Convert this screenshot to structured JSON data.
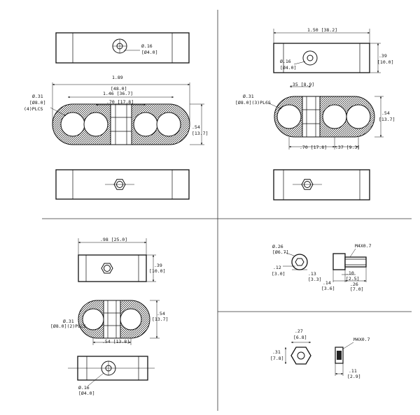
{
  "views": {
    "four_place": {
      "thread_hole_dia": [
        "Ø.16",
        "[Ø4.0]"
      ],
      "overall_length": [
        "1.89",
        "[48.0]"
      ],
      "bore_dia": [
        "Ø.31",
        "[Ø8.0]",
        "(4)PLCS"
      ],
      "bore_spacing": "1.46 [36.7]",
      "center_spacing": ".70 [17.8]",
      "height": [
        ".54",
        "[13.7]"
      ]
    },
    "three_place": {
      "overall_length": "1.50 [38.2]",
      "thickness": [
        ".39",
        "[10.0]"
      ],
      "thread_hole_dia": [
        "Ø.16",
        "[Ø4.0]"
      ],
      "hex_offset": ".35 [8.9]",
      "bore_dia": [
        "Ø.31",
        "[Ø8.0](3)PLCS"
      ],
      "height": [
        ".54",
        "[13.7]"
      ],
      "center_spacing": ".70 [17.8]",
      "edge_spacing": ".37 [9.3]"
    },
    "two_place": {
      "overall_length": ".98 [25.0]",
      "thickness": [
        ".39",
        "[10.0]"
      ],
      "height": [
        ".54",
        "[13.7]"
      ],
      "bore_dia": [
        "Ø.31",
        "[Ø8.0](2)PLCS"
      ],
      "center_spacing": ".54 [13.8]",
      "thread_hole_dia": [
        "Ø.16",
        "[Ø4.0]"
      ]
    },
    "screw": {
      "thread": "M4X0.7",
      "head_dia": [
        "Ø.26",
        "[Ø6.7]"
      ],
      "hex_socket": [
        ".12",
        "[3.0]"
      ],
      "head_height": [
        ".13",
        "[3.3]"
      ],
      "shank": [
        ".10",
        "[2.5]"
      ],
      "head_length": [
        ".14",
        "[3.6]"
      ],
      "length": [
        ".26",
        "[7.0]"
      ]
    },
    "nut": {
      "thread": "M4X0.7",
      "across_flats": [
        ".27",
        "[6.8]"
      ],
      "across_corners": [
        ".31",
        "[7.8]"
      ],
      "thickness": [
        ".11",
        "[2.9]"
      ]
    }
  }
}
